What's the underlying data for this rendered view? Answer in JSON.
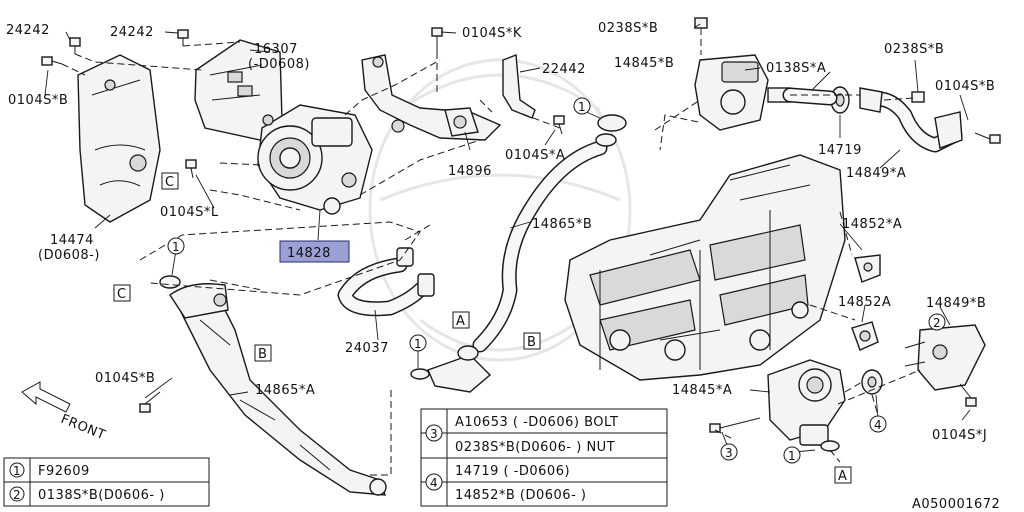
{
  "diagram_id": "A050001672",
  "front_label": "FRONT",
  "highlighted_part": "14828",
  "part_labels": {
    "p24242_a": "24242",
    "p24242_b": "24242",
    "p16307": "16307",
    "p16307_note": "(-D0608)",
    "p0104s_k": "0104S*K",
    "p22442": "22442",
    "p0238s_b_top": "0238S*B",
    "p14845_b": "14845*B",
    "p0138s_a": "0138S*A",
    "p0238s_b_right": "0238S*B",
    "p0104s_b_right": "0104S*B",
    "p0104s_b_left": "0104S*B",
    "p14896": "14896",
    "p0104s_a": "0104S*A",
    "p14719": "14719",
    "p14849_a": "14849*A",
    "p0104s_l": "0104S*L",
    "p14474": "14474",
    "p14474_note": "(D0608-)",
    "p14865_b": "14865*B",
    "p14852_a": "14852*A",
    "p14828": "14828",
    "p24037": "24037",
    "p14852a": "14852A",
    "p14849_b": "14849*B",
    "p0104s_b_mid": "0104S*B",
    "p14865_a": "14865*A",
    "p14845_a": "14845*A",
    "p0104s_j": "0104S*J"
  },
  "letter_callouts": [
    "C",
    "C",
    "B",
    "A",
    "B",
    "A"
  ],
  "number_callouts": [
    "1",
    "1",
    "1",
    "2",
    "3",
    "4",
    "1"
  ],
  "legend_left": [
    {
      "num": "1",
      "text": "F92609"
    },
    {
      "num": "2",
      "text": "0138S*B(D0606- )"
    }
  ],
  "legend_right": [
    {
      "num": "3",
      "rows": [
        "A10653   ( -D0606) BOLT",
        "0238S*B(D0606- ) NUT"
      ]
    },
    {
      "num": "4",
      "rows": [
        "14719      ( -D0606)",
        "14852*B (D0606- )"
      ]
    }
  ]
}
